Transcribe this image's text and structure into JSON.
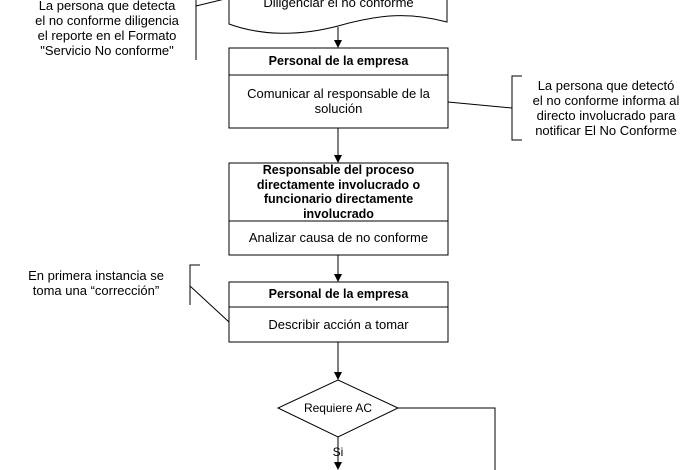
{
  "top_document": {
    "label": "Diligenciar el no conforme"
  },
  "annotations": {
    "top_left": "La persona que detecta\nel no conforme diligencia\nel reporte en el Formato\n\"Servicio No conforme\"",
    "right": "La persona que detectó\nel no conforme informa al\ndirecto involucrado para\nnotificar El No Conforme",
    "middle_left": "En primera instancia se\ntoma una “corrección”"
  },
  "steps": [
    {
      "role": "Personal de la empresa",
      "action": "Comunicar al responsable de la\nsolución"
    },
    {
      "role": "Responsable del proceso\ndirectamente involucrado o\nfuncionario directamente\ninvolucrado",
      "action": "Analizar causa de no conforme"
    },
    {
      "role": "Personal de la empresa",
      "action": "Describir acción a tomar"
    }
  ],
  "decision": {
    "label": "Requiere AC",
    "yes_label": "Si"
  }
}
